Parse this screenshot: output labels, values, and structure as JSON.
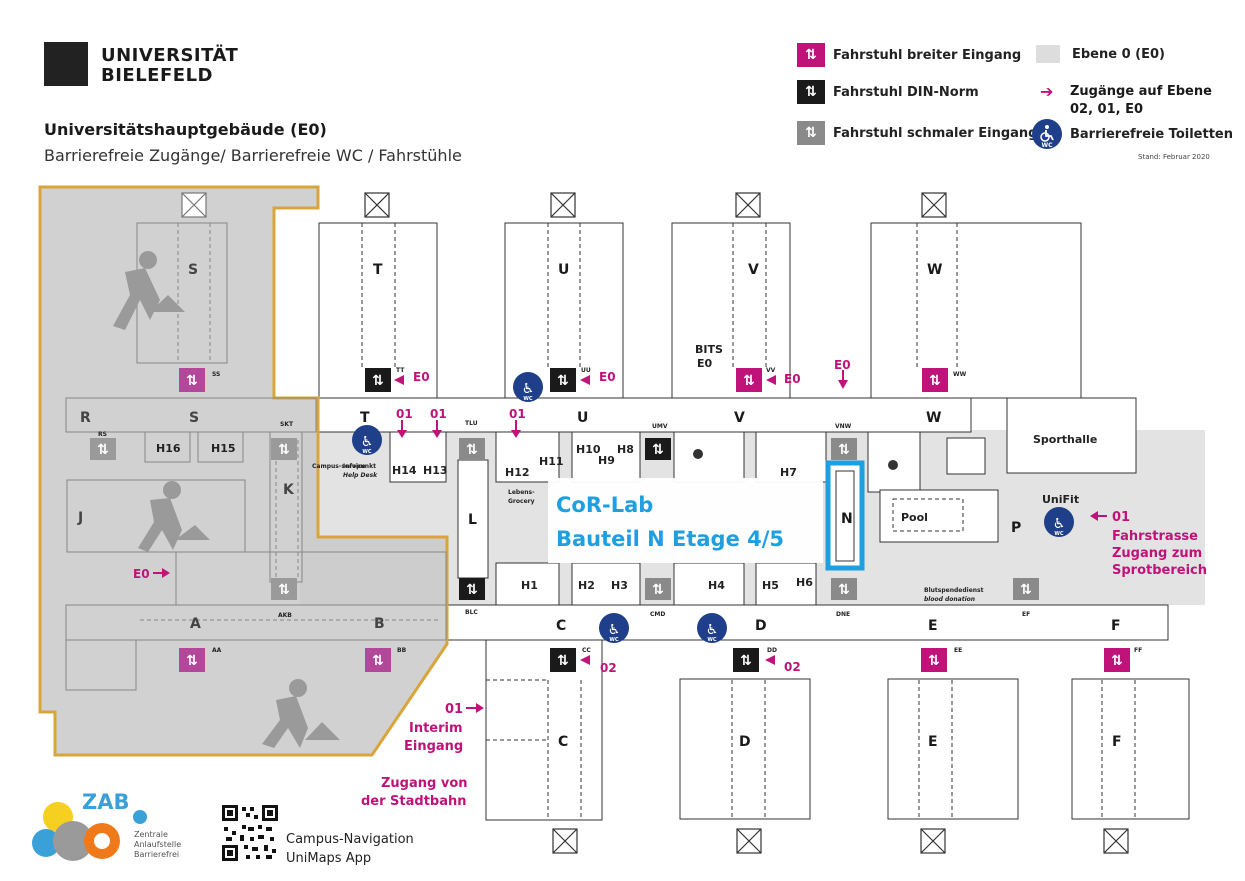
{
  "header": {
    "logo_line1": "UNIVERSITÄT",
    "logo_line2": "BIELEFELD",
    "title": "Universitätshauptgebäude (E0)",
    "subtitle": "Barrierefreie Zugänge/ Barrierefreie WC / Fahrstühle"
  },
  "legend": {
    "lift_wide": "Fahrstuhl breiter Eingang",
    "lift_din": "Fahrstuhl DIN-Norm",
    "lift_narrow": "Fahrstuhl schmaler Eingang",
    "level": "Ebene 0 (E0)",
    "access_line1": "Zugänge auf Ebene",
    "access_line2": "02, 01, E0",
    "toilets": "Barrierefreie Toiletten",
    "stand": "Stand: Februar 2020",
    "colors": {
      "magenta": "#c0137a",
      "black": "#1a1a1a",
      "gray": "#8a8a8a",
      "gold": "#d9a53a",
      "wc_blue": "#1f3f8a",
      "highlight": "#1e9fe0"
    }
  },
  "map": {
    "wings_top": [
      "T",
      "U",
      "V",
      "W"
    ],
    "wings_bottom": [
      "C",
      "D",
      "E",
      "F"
    ],
    "corridor_top": [
      "R",
      "S",
      "T",
      "U",
      "V",
      "W"
    ],
    "corridor_bottom": [
      "A",
      "B",
      "C",
      "D",
      "E",
      "F"
    ],
    "rooms": [
      "S",
      "H16",
      "H15",
      "K",
      "J",
      "H14",
      "H13",
      "L",
      "H12",
      "H11",
      "H10",
      "H9",
      "H8",
      "H7",
      "N",
      "Pool",
      "P",
      "H1",
      "H2",
      "H3",
      "H4",
      "H5",
      "H6"
    ],
    "lift_codes": [
      "SS",
      "RS",
      "SKT",
      "TT",
      "UU",
      "VV",
      "WW",
      "TLU",
      "UMV",
      "VNW",
      "AKB",
      "AA",
      "BB",
      "BLC",
      "CMD",
      "DNE",
      "EF",
      "CC",
      "DD",
      "EE",
      "FF"
    ],
    "access_labels": {
      "e0": "E0",
      "l01": "01",
      "l02": "02"
    },
    "bits": "BITS",
    "bits_e0": "E0",
    "sporthalle": "Sporthalle",
    "unifit": "UniFit",
    "wc": "WC",
    "info_1": "Infopunkt",
    "info_2": "Help Desk",
    "campus_service": "Campus-service",
    "lebensmittel": "Lebens-",
    "grocery": "Grocery",
    "blood_1": "Blutspendedienst",
    "blood_2": "blood donation",
    "fahrstrasse": [
      "01",
      "Fahrstrasse",
      "Zugang zum",
      "Sprotbereich"
    ],
    "interim": [
      "01",
      "Interim",
      "Eingang"
    ],
    "stadtbahn": [
      "Zugang von",
      "der Stadtbahn"
    ]
  },
  "highlight": {
    "line1": "CoR-Lab",
    "line2": "Bauteil N Etage 4/5"
  },
  "footer": {
    "zab_title": "ZAB",
    "zab_line1": "Zentrale",
    "zab_line2": "Anlaufstelle",
    "zab_line3": "Barrierefrei",
    "campus_line1": "Campus-Navigation",
    "campus_line2": "UniMaps App"
  }
}
